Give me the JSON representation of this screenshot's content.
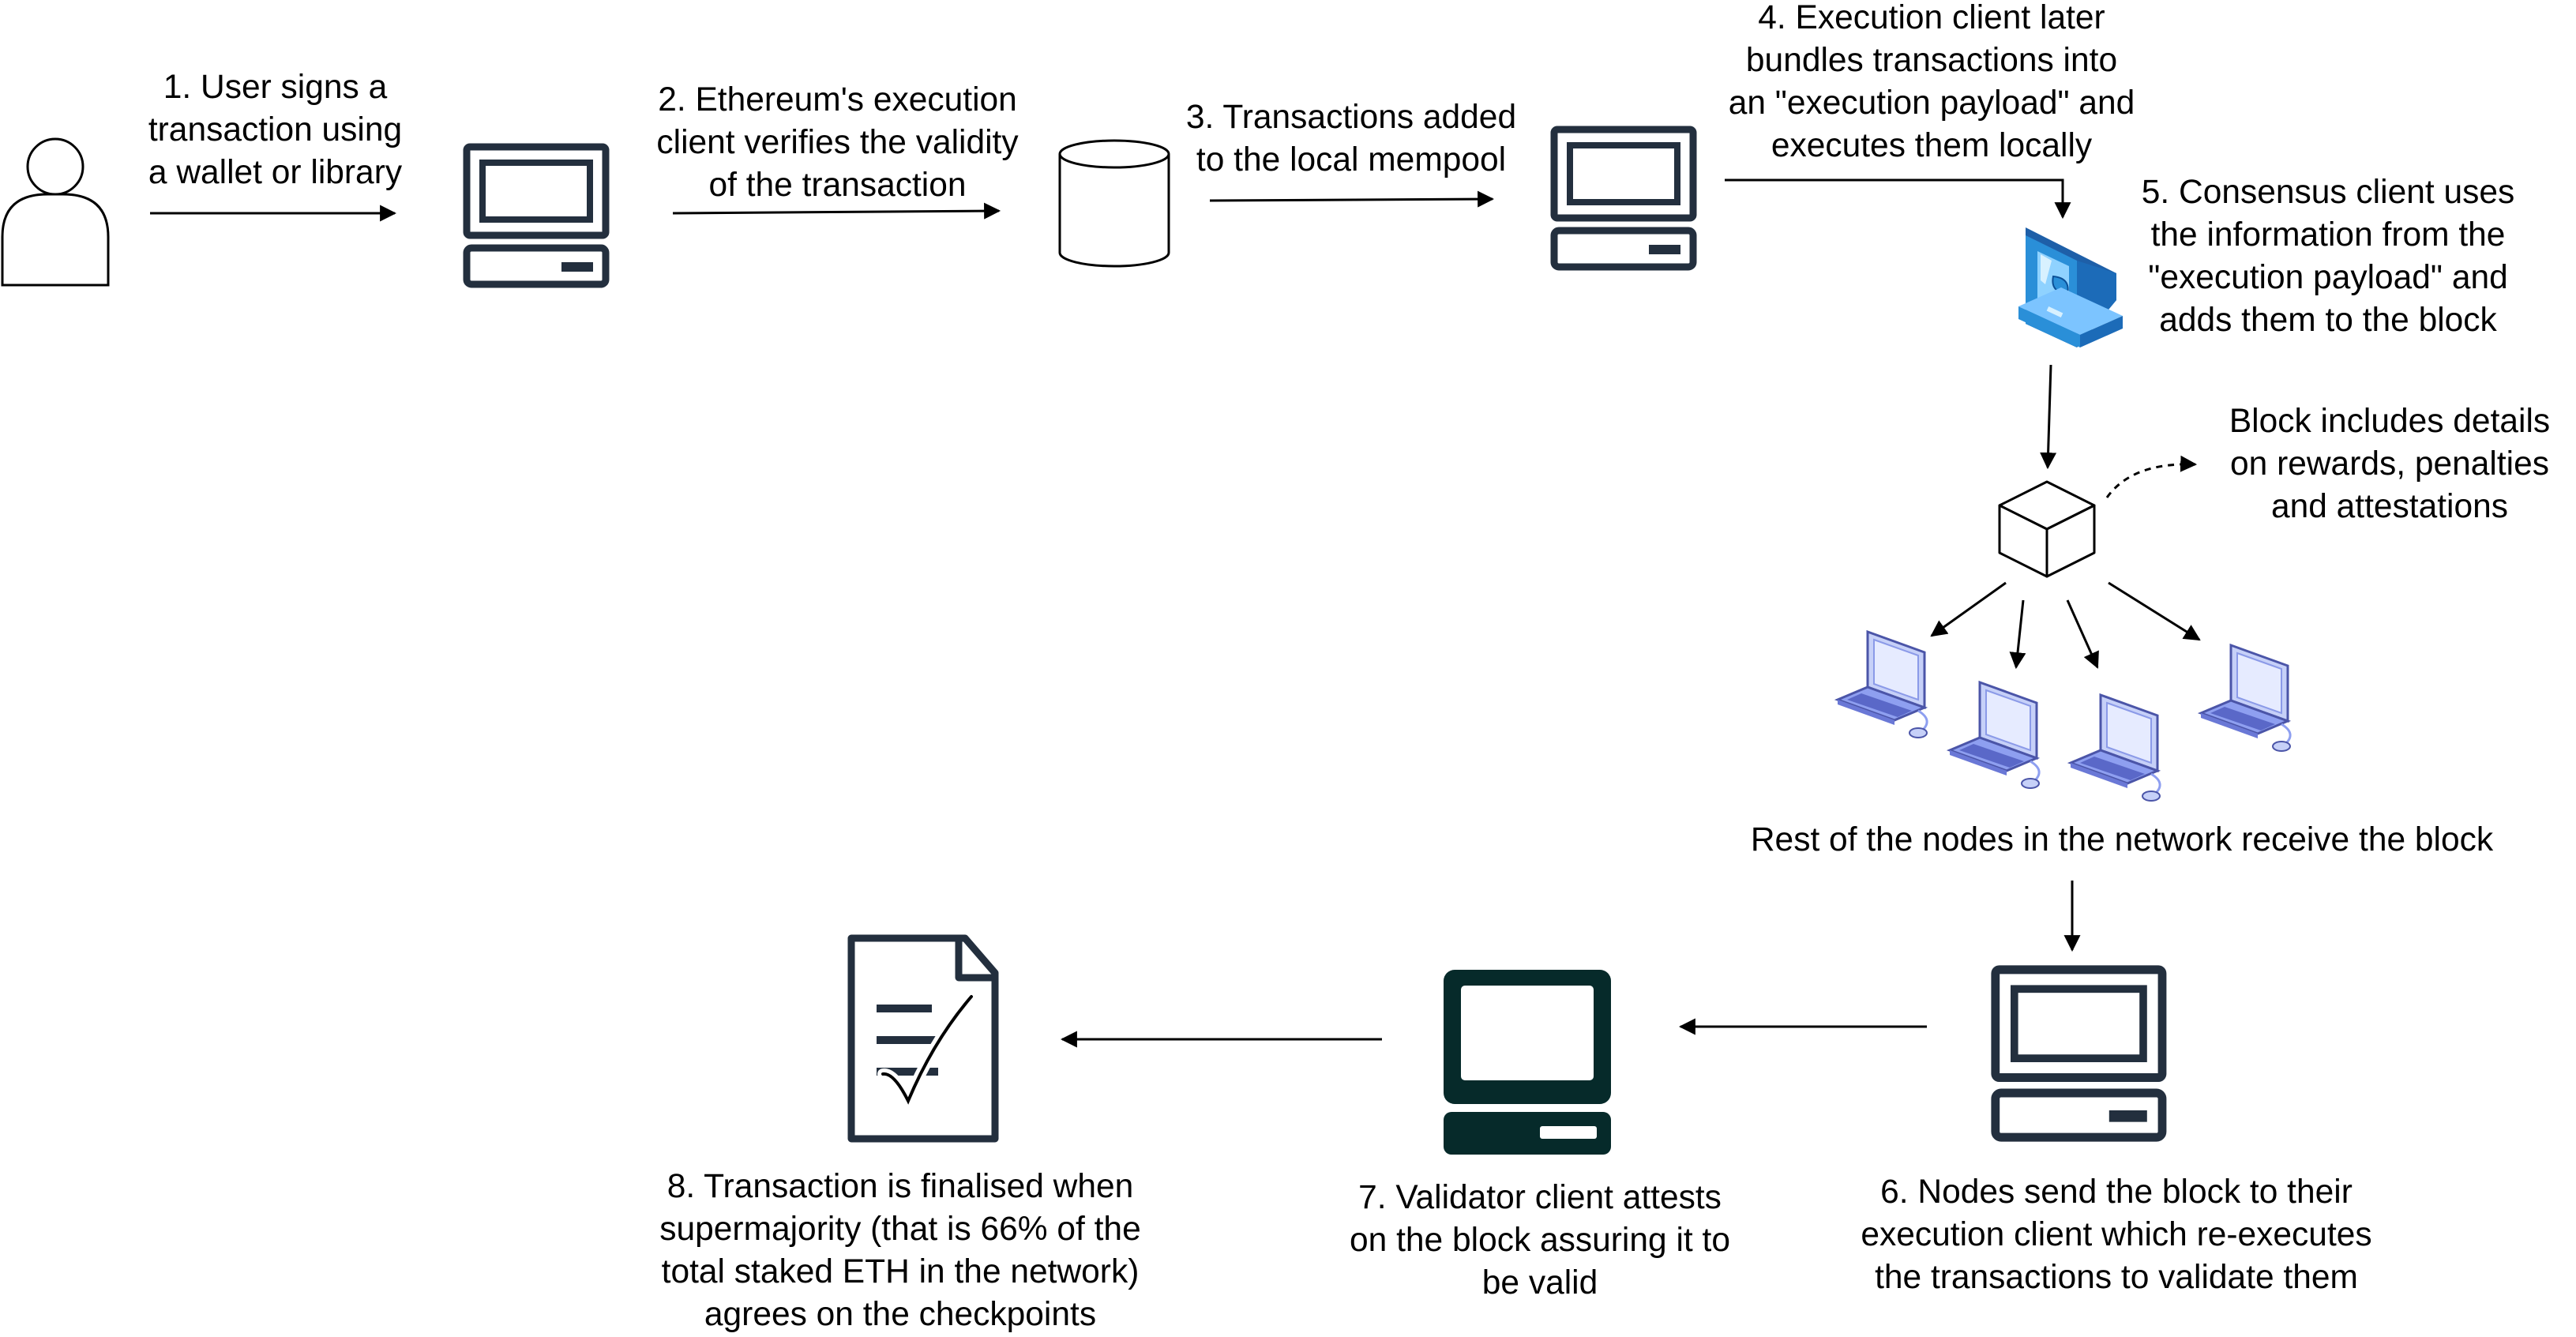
{
  "steps": {
    "s1": [
      "1. User signs a",
      "transaction using",
      "a wallet or library"
    ],
    "s2": [
      "2. Ethereum's execution",
      "client verifies the validity",
      "of the transaction"
    ],
    "s3": [
      "3. Transactions added",
      "to the local mempool"
    ],
    "s4": [
      "4. Execution client later",
      "bundles transactions into",
      "an \"execution payload\" and",
      "executes them locally"
    ],
    "s5": [
      "5. Consensus client uses",
      "the information from the",
      "\"execution payload\" and",
      "adds them to the block"
    ],
    "block_note": [
      "Block includes details",
      "on rewards, penalties",
      "and attestations"
    ],
    "nodes": [
      "Rest of the nodes in the network receive the block"
    ],
    "s6": [
      "6. Nodes send the block  to their",
      "execution client  which re-executes",
      "the transactions to validate them"
    ],
    "s7": [
      "7. Validator client attests",
      "on the block assuring it to",
      "be valid"
    ],
    "s8": [
      "8. Transaction is finalised when",
      "supermajority  (that is 66% of the",
      "total staked ETH in the network)",
      "  agrees on the checkpoints"
    ]
  },
  "colors": {
    "outline": "#232f3e",
    "validator": "#062a2a",
    "monitor_blue": "#2a8fd8",
    "laptop_blue": "#7b8fe6",
    "arrow": "#000000"
  },
  "icons": {
    "user": "user-icon",
    "computer": "computer-icon",
    "database": "database-icon",
    "consensus": "consensus-computer-icon",
    "block": "block-cube-icon",
    "laptop": "laptop-icon",
    "validator": "validator-computer-icon",
    "document": "document-check-icon"
  }
}
